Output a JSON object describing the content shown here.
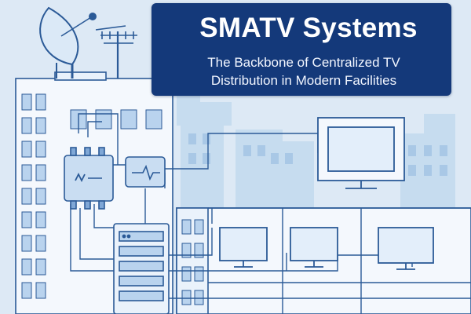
{
  "header": {
    "title": "SMATV Systems",
    "subtitle_line1": "The Backbone of Centralized TV",
    "subtitle_line2": "Distribution in Modern Facilities"
  },
  "illustration": {
    "icons": [
      "satellite-dish-icon",
      "tv-antenna-icon",
      "multiswitch-icon",
      "amplifier-icon",
      "headend-rack-icon",
      "tv-monitor-icon"
    ],
    "tv_count": 4
  },
  "colors": {
    "background": "#dde9f5",
    "title_card": "#14397a",
    "title_text": "#ffffff",
    "line": "#2b5a97",
    "building": "#f4f8fd",
    "window": "#b9d3ee",
    "skyline": "#c6dcef"
  }
}
